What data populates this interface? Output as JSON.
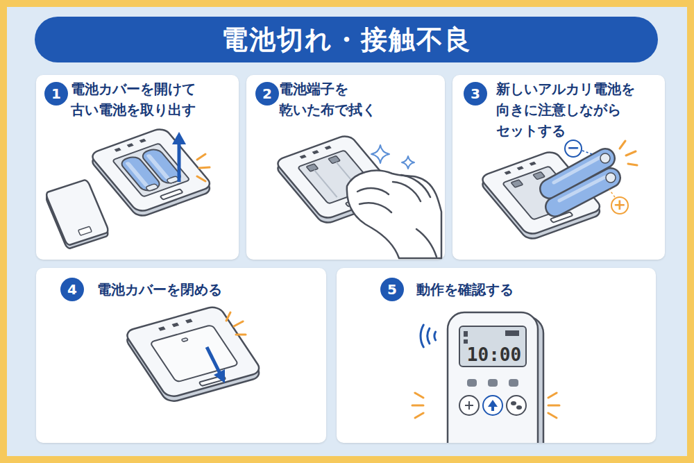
{
  "diagram": {
    "title": "電池切れ・接触不良",
    "nodes": [
      {
        "text": [
          "電池カバーを開けて 古い電池を取り出す"
        ]
      },
      {
        "text": [
          "1"
        ],
        "in": 0
      },
      {
        "text": [
          "電池端子を 乾いた布で拭く"
        ]
      },
      {
        "text": [
          "2"
        ],
        "in": 2
      },
      {
        "text": [
          "新しいアルカリ電池を 向きに注意しながら セットする"
        ]
      },
      {
        "text": [
          "3"
        ],
        "in": 4
      },
      {
        "text": [
          "電池カバーを閉める"
        ]
      },
      {
        "text": [
          "4"
        ],
        "in": 6
      },
      {
        "text": [
          "動作を確認する"
        ]
      },
      {
        "text": [
          "5"
        ],
        "in": 8
      }
    ],
    "labels": [
      "−",
      "+",
      "10:00"
    ]
  }
}
